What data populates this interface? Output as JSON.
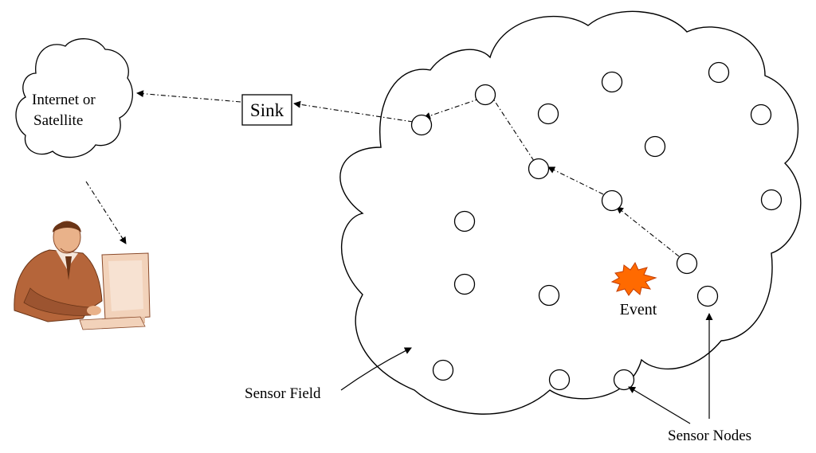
{
  "labels": {
    "internet_line1": "Internet  or",
    "internet_line2": "Satellite",
    "sink": "Sink",
    "event": "Event",
    "sensor_field": "Sensor Field",
    "sensor_nodes": "Sensor Nodes"
  },
  "colors": {
    "line": "#000000",
    "event_fill": "#ff6a00",
    "event_stroke": "#c43d00",
    "skin": "#b5653a",
    "skin_light": "#e9b28a",
    "monitor": "#f2d2ba"
  },
  "icons": {
    "user": "user-at-computer-icon",
    "event": "event-burst-icon"
  }
}
